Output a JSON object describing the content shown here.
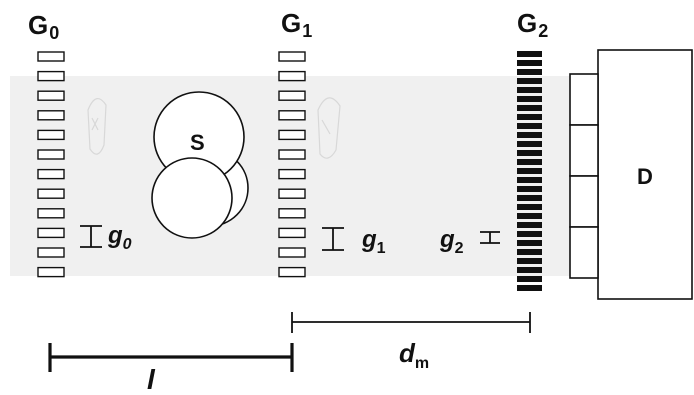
{
  "gratings": {
    "g0": {
      "name": "G",
      "sub": "0"
    },
    "g1": {
      "name": "G",
      "sub": "1"
    },
    "g2": {
      "name": "G",
      "sub": "2"
    }
  },
  "periods": {
    "g0": {
      "name": "g",
      "sub": "0"
    },
    "g1": {
      "name": "g",
      "sub": "1"
    },
    "g2": {
      "name": "g",
      "sub": "2"
    }
  },
  "source": {
    "label": "S"
  },
  "detector": {
    "label": "D"
  },
  "distances": {
    "l": {
      "label": "l"
    },
    "dm": {
      "name": "d",
      "sub": "m"
    }
  },
  "colors": {
    "beam": "#f0f0f0",
    "stroke": "#111111",
    "absorber": "#111111"
  }
}
